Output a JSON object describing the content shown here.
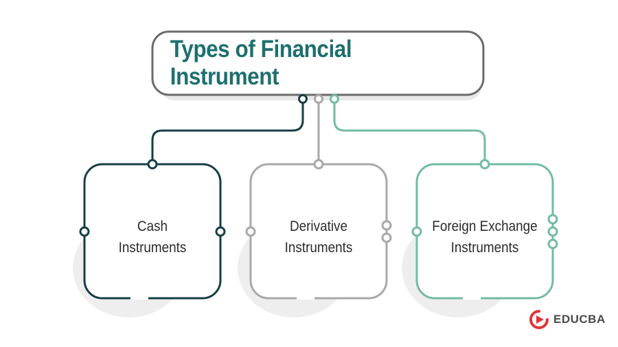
{
  "title": "Types of Financial Instrument",
  "colors": {
    "title_text": "#1e6f6f",
    "title_border": "#6b6b6b",
    "dark": "#163e45",
    "gray": "#a8a8a8",
    "green": "#72bba3",
    "shadow": "#eeeeee",
    "brand_red": "#e0343a"
  },
  "cards": [
    {
      "line1": "Cash",
      "line2": "Instruments",
      "color_key": "dark"
    },
    {
      "line1": "Derivative",
      "line2": "Instruments",
      "color_key": "gray"
    },
    {
      "line1": "Foreign Exchange",
      "line2": "Instruments",
      "color_key": "green"
    }
  ],
  "brand": {
    "name": "EDUCBA",
    "icon": "educba-logo-icon"
  }
}
